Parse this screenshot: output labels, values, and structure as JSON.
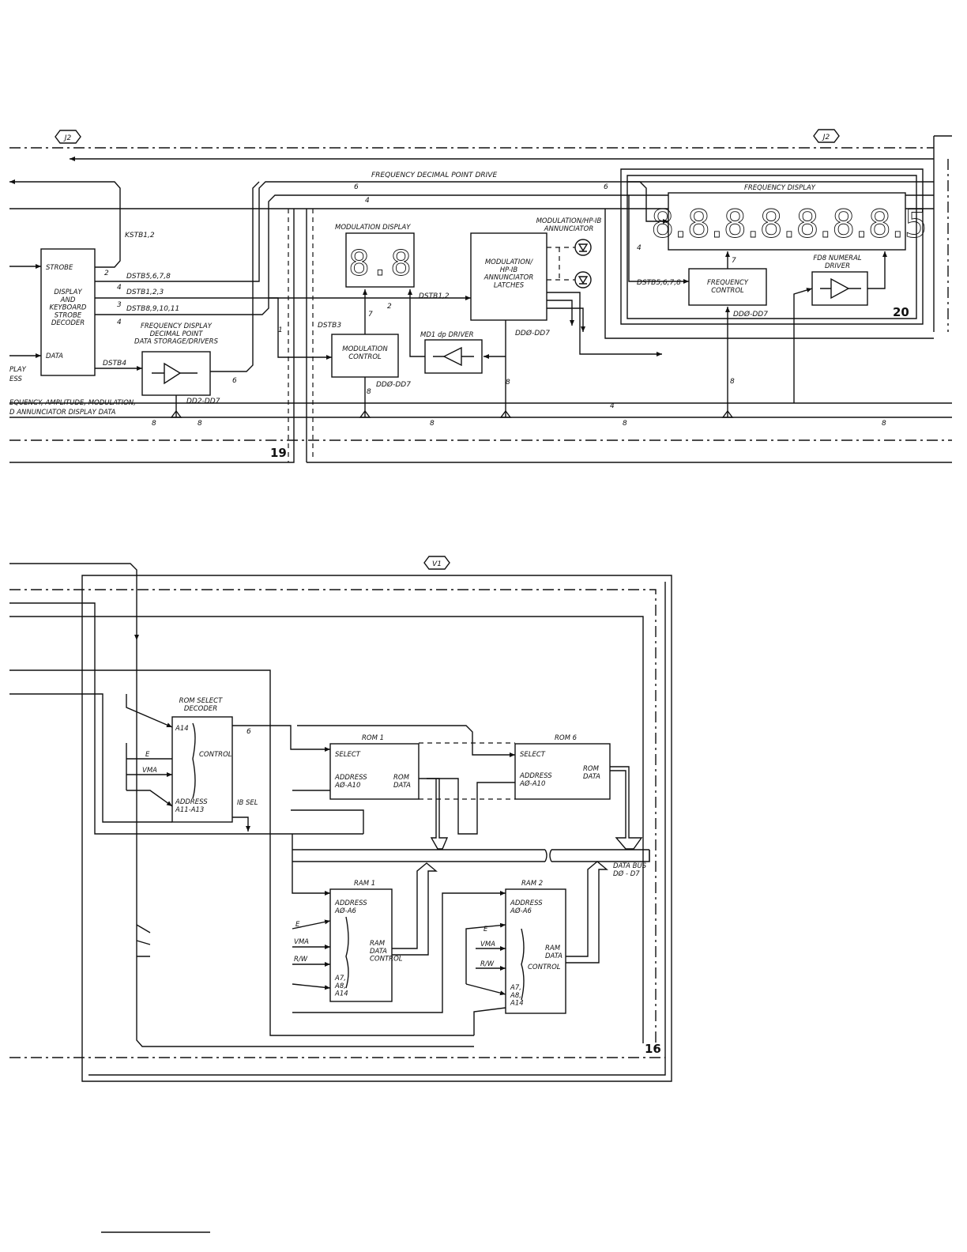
{
  "connectors": {
    "top_left": "J2",
    "top_right": "J2",
    "bottom": "V1"
  },
  "section_numbers": {
    "s19": "19",
    "s20": "20",
    "s16": "16"
  },
  "top": {
    "strobe_decoder": {
      "strobe": "STROBE",
      "name": "DISPLAY\nAND\nKEYBOARD\nSTROBE\nDECODER",
      "data": "DATA"
    },
    "left_cut_text": {
      "a": "PLAY",
      "b": "ESS",
      "c": "EQUENCY, AMPLITUDE, MODULATION,",
      "d": "D ANNUNCIATOR DISPLAY DATA"
    },
    "signals": {
      "kstb": "KSTB1,2",
      "dstb5678": "DSTB5,6,7,8",
      "dstb123": "DSTB1,2,3",
      "dstb891011": "DSTB8,9,10,11",
      "dstb4": "DSTB4",
      "dd2_dd7": "DD2-DD7",
      "dstb3": "DSTB3",
      "dstb12": "DSTB1,2",
      "dd0_dd7_a": "DDØ-DD7",
      "dd0_dd7_b": "DDØ-DD7",
      "dd0_dd7_c": "DDØ-DD7",
      "dstb5678_b": "DSTB5,6,7,8",
      "freq_dp_drive": "FREQUENCY DECIMAL POINT DRIVE"
    },
    "freq_dp_storage": "FREQUENCY DISPLAY\nDECIMAL POINT\nDATA STORAGE/DRIVERS",
    "modulation_display": {
      "title": "MODULATION DISPLAY",
      "digits": "8.8"
    },
    "modulation_control": "MODULATION\nCONTROL",
    "md1_driver": "MD1 dp DRIVER",
    "annunciator_latches": "MODULATION/\nHP-IB\nANNUNCIATOR\nLATCHES",
    "annunciator_title": "MODULATION/HP-IB\nANNUNCIATOR",
    "frequency_display": {
      "title": "FREQUENCY DISPLAY",
      "digits": "8.8.8.8.8.8.8.5"
    },
    "frequency_control": "FREQUENCY\nCONTROL",
    "fd8_driver": "FD8 NUMERAL\nDRIVER"
  },
  "bottom": {
    "rom_select": {
      "title": "ROM SELECT\nDECODER",
      "a14": "A14",
      "control": "CONTROL",
      "address": "ADDRESS\nA11-A13",
      "ib_sel": "IB SEL",
      "e": "E",
      "vma": "VMA"
    },
    "rom1": {
      "title": "ROM 1",
      "select": "SELECT",
      "address": "ADDRESS\nAØ-A10",
      "data": "ROM\nDATA"
    },
    "rom6": {
      "title": "ROM 6",
      "select": "SELECT",
      "address": "ADDRESS\nAØ-A10",
      "data": "ROM\nDATA"
    },
    "ram1": {
      "title": "RAM 1",
      "address": "ADDRESS\nAØ-A6",
      "data": "RAM\nDATA\nCONTROL",
      "a7": "A7,\nA8,\nA14",
      "e": "E",
      "vma": "VMA",
      "rw": "R/W"
    },
    "ram2": {
      "title": "RAM 2",
      "address": "ADDRESS\nAØ-A6",
      "data": "RAM\nDATA",
      "control": "CONTROL",
      "a7": "A7,\nA8,\nA14",
      "e": "E",
      "vma": "VMA",
      "rw": "R/W"
    },
    "data_bus": "DATA BUS\nDØ - D7"
  },
  "bus_widths": {
    "b2": "2",
    "b4": "4",
    "b3": "3",
    "b6": "6",
    "b7": "7",
    "b1": "1",
    "b8": "8"
  }
}
